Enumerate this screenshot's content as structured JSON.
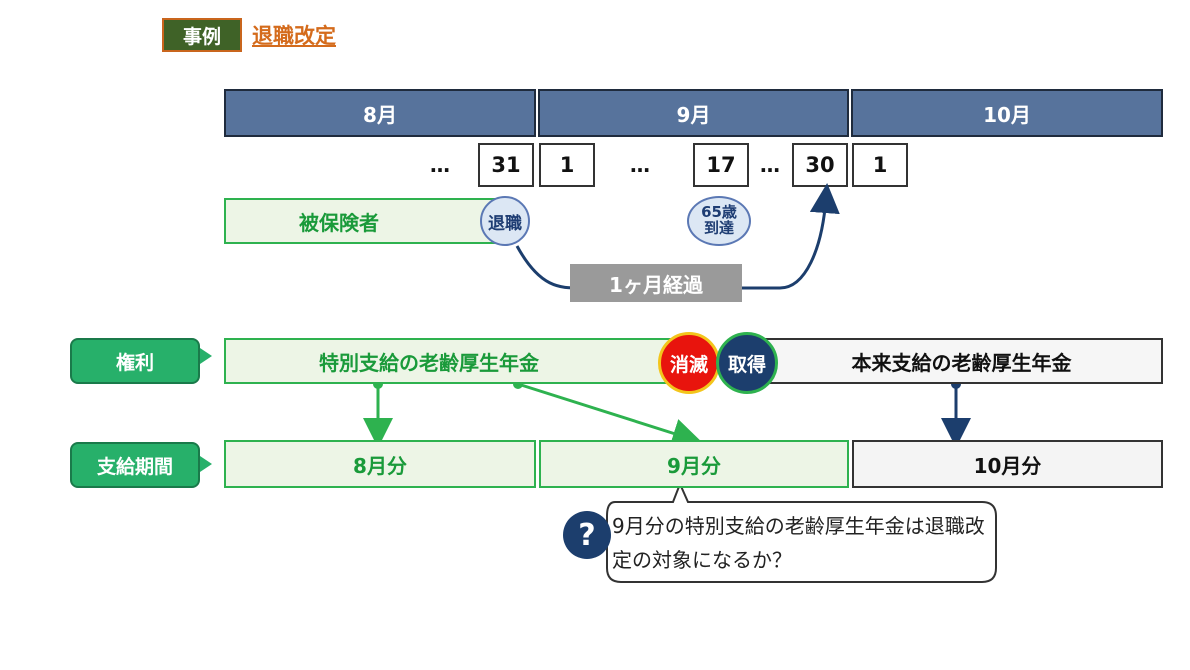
{
  "header": {
    "tag": "事例",
    "title": "退職改定"
  },
  "months": [
    "8月",
    "9月",
    "10月"
  ],
  "days": {
    "d31": "31",
    "d1a": "1",
    "d17": "17",
    "d30": "30",
    "d1b": "1",
    "ellipsis": "…"
  },
  "timeline": {
    "insured": "被保険者",
    "retire": "退職",
    "age65_line1": "65歳",
    "age65_line2": "到達",
    "elapsed": "1ヶ月経過"
  },
  "rights": {
    "label": "権利",
    "special_pension": "特別支給の老齢厚生年金",
    "lapse": "消滅",
    "acquire": "取得",
    "regular_pension": "本来支給の老齢厚生年金"
  },
  "payment": {
    "label": "支給期間",
    "aug": "8月分",
    "sep": "9月分",
    "oct": "10月分"
  },
  "question": {
    "icon": "?",
    "text": "9月分の特別支給の老齢厚生年金は退職改定の対象になるか？"
  },
  "colors": {
    "month_header": "#57739c",
    "green": "#2eb24f",
    "navy": "#1c3e6d",
    "lapse_red": "#e8140d",
    "orange": "#d46b1c"
  }
}
